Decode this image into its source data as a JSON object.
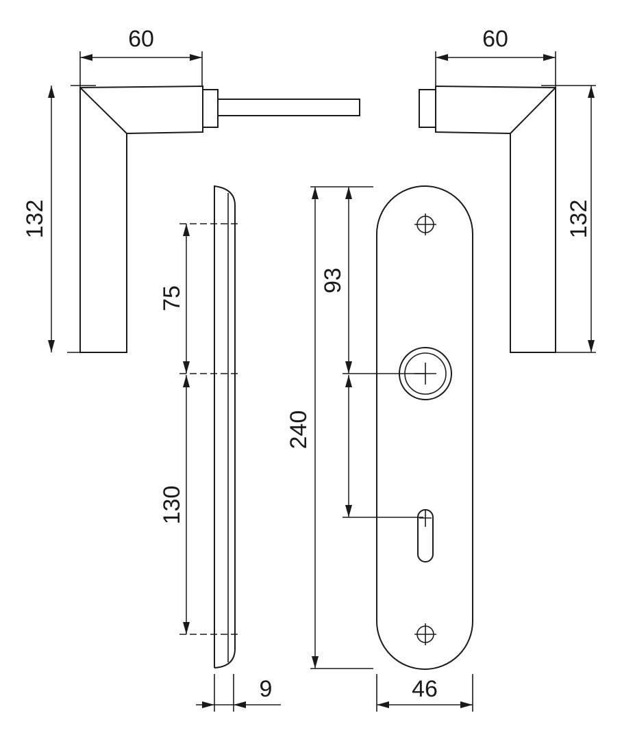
{
  "dimensions": {
    "left_handle_width": "60",
    "right_handle_width": "60",
    "left_handle_height": "132",
    "right_handle_height": "132",
    "upper_hole_spacing": "75",
    "lower_hole_spacing": "130",
    "plate_thickness": "9",
    "plate_length": "240",
    "spindle_center": "93",
    "plate_width": "46"
  },
  "colors": {
    "line": "#1a1a1a",
    "background": "#ffffff"
  }
}
